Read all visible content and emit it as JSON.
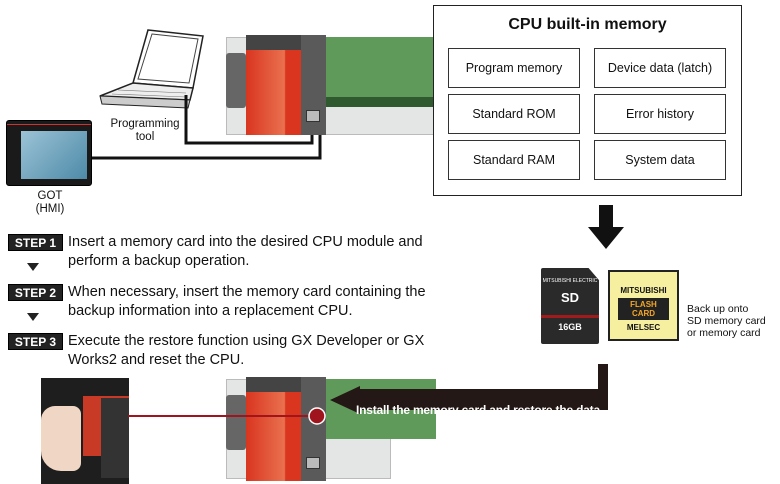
{
  "memory": {
    "title": "CPU built-in memory",
    "cells": [
      "Program memory",
      "Device data (latch)",
      "Standard ROM",
      "Error history",
      "Standard RAM",
      "System data"
    ]
  },
  "devices": {
    "programming_tool": "Programming\ntool",
    "got": "GOT\n(HMI)"
  },
  "steps": [
    {
      "label": "STEP 1",
      "text": "Insert a memory card into the desired CPU module and perform a backup operation."
    },
    {
      "label": "STEP 2",
      "text": "When necessary, insert the memory card containing the backup information into a replacement CPU."
    },
    {
      "label": "STEP 3",
      "text": "Execute the restore function using GX Developer or GX Works2 and reset the CPU."
    }
  ],
  "cards": {
    "sd_brand": "MITSUBISHI ELECTRIC",
    "sd_capacity": "16GB",
    "flash_brand": "MITSUBISHI",
    "flash_label": "FLASH CARD",
    "flash_series": "MELSEC",
    "caption": "Back up onto\nSD memory card\nor memory card"
  },
  "restore_banner": "Install the memory card and restore the data.",
  "colors": {
    "plc_red": "#d9351f",
    "module_green": "#5f9a5a",
    "flash_yellow": "#f7efa0",
    "banner": "#231815",
    "pointer_red": "#a0141e"
  }
}
